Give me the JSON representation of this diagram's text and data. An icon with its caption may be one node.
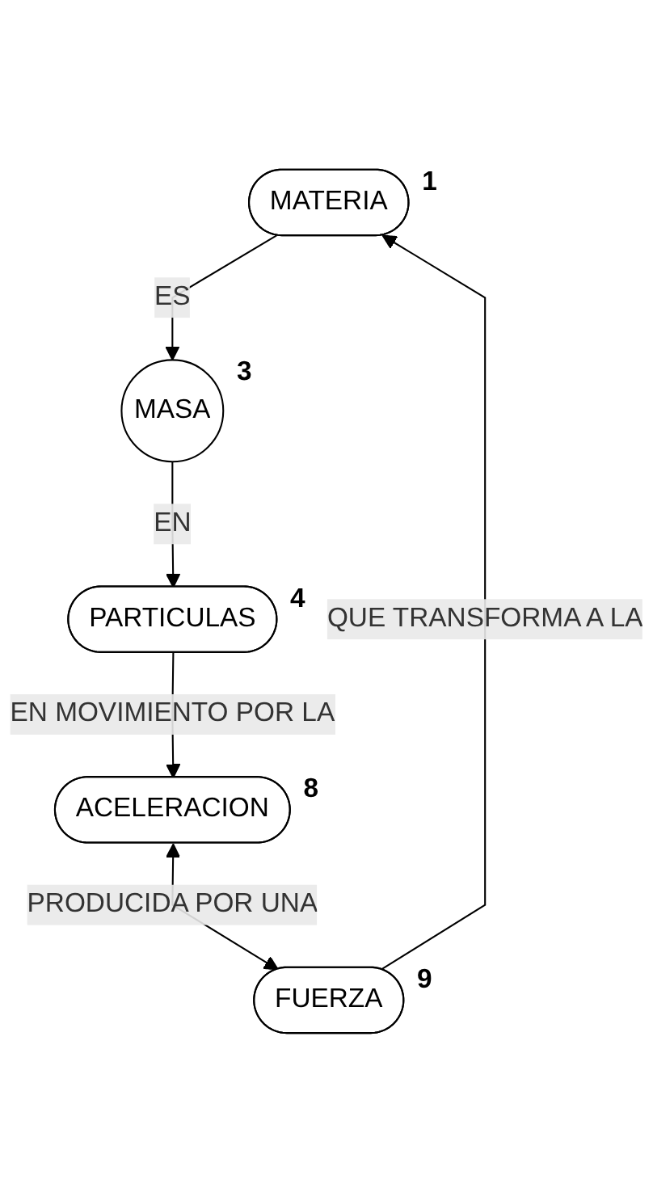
{
  "diagram": {
    "nodes": [
      {
        "text": [
          "MATERIA"
        ],
        "beside": [
          "1"
        ]
      },
      {
        "text": [
          "MASA"
        ],
        "beside": [
          "3"
        ]
      },
      {
        "text": [
          "PARTICULAS"
        ],
        "beside": [
          "4"
        ]
      },
      {
        "text": [
          "FUERZA"
        ],
        "beside": [
          "9"
        ]
      },
      {
        "text": [
          "ACELERACION"
        ],
        "beside": [
          "8"
        ]
      }
    ],
    "edges": [
      {
        "from": 0,
        "to": 1,
        "arrow": "to",
        "label": "ES"
      },
      {
        "from": 1,
        "to": 2,
        "arrow": "to",
        "label": "EN"
      },
      {
        "from": 2,
        "to": 4,
        "arrow": "to",
        "label": "EN MOVIMIENTO POR LA"
      },
      {
        "from": 4,
        "to": 3,
        "arrow": "both",
        "label": "PRODUCIDA POR UNA"
      },
      {
        "from": 3,
        "to": 0,
        "arrow": "to",
        "label": "QUE TRANSFORMA A LA"
      }
    ]
  }
}
